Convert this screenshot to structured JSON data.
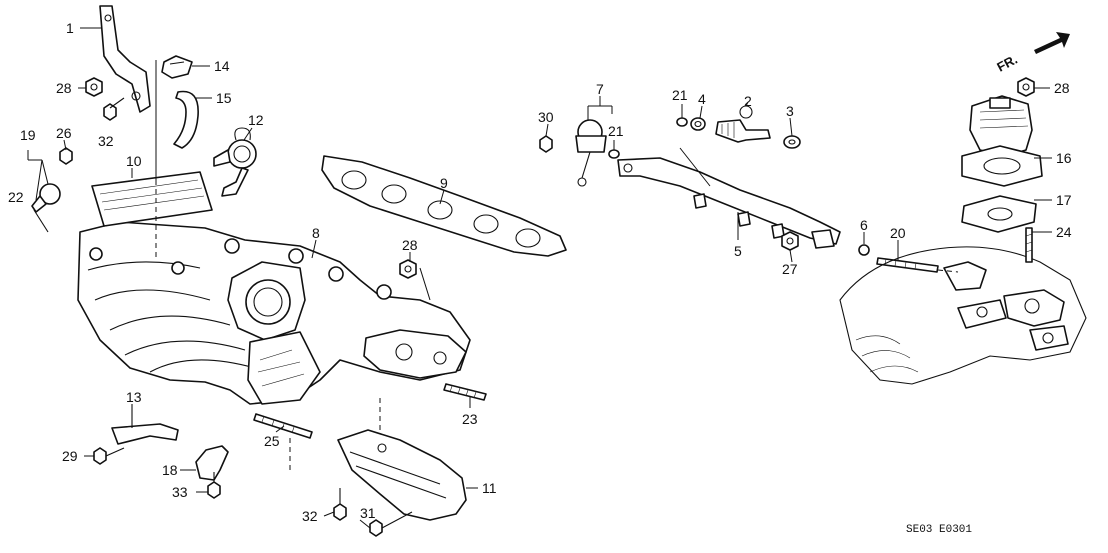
{
  "diagram": {
    "title": "Intake manifold and fuel injection parts",
    "front_indicator": "FR.",
    "diagram_code": "SE03 E0301",
    "labels": {
      "p1": "1",
      "p2": "2",
      "p3": "3",
      "p4": "4",
      "p5": "5",
      "p6": "6",
      "p7": "7",
      "p8": "8",
      "p9": "9",
      "p10": "10",
      "p11": "11",
      "p12": "12",
      "p13": "13",
      "p14": "14",
      "p15": "15",
      "p16": "16",
      "p17": "17",
      "p18": "18",
      "p19": "19",
      "p20": "20",
      "p21a": "21",
      "p21b": "21",
      "p22": "22",
      "p23": "23",
      "p24": "24",
      "p25": "25",
      "p26": "26",
      "p27": "27",
      "p28a": "28",
      "p28b": "28",
      "p28c": "28",
      "p29": "29",
      "p30": "30",
      "p31": "31",
      "p32a": "32",
      "p32b": "32",
      "p33": "33"
    }
  }
}
